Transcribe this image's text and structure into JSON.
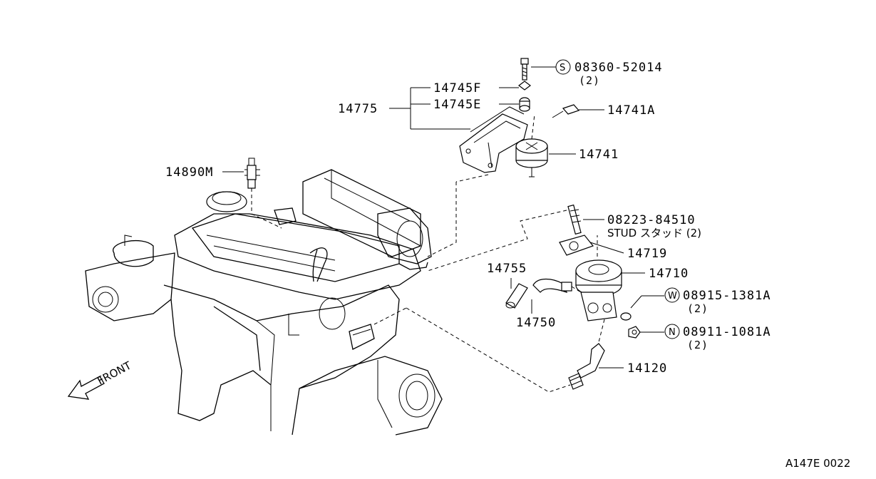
{
  "labels": {
    "bolt_s": "08360-52014",
    "bolt_s_qty": "(2)",
    "bolt_s_mark": "S",
    "p14745F": "14745F",
    "p14745E": "14745E",
    "p14775": "14775",
    "p14741A": "14741A",
    "p14741": "14741",
    "p14890M": "14890M",
    "stud": "08223-84510",
    "stud_desc": "STUD スタッド (2)",
    "p14719": "14719",
    "p14710": "14710",
    "p14755": "14755",
    "p14750": "14750",
    "washer": "08915-1381A",
    "washer_qty": "(2)",
    "washer_mark": "W",
    "nut": "08911-1081A",
    "nut_qty": "(2)",
    "nut_mark": "N",
    "p14120": "14120",
    "front": "FRONT",
    "code": "A147E 0022"
  }
}
